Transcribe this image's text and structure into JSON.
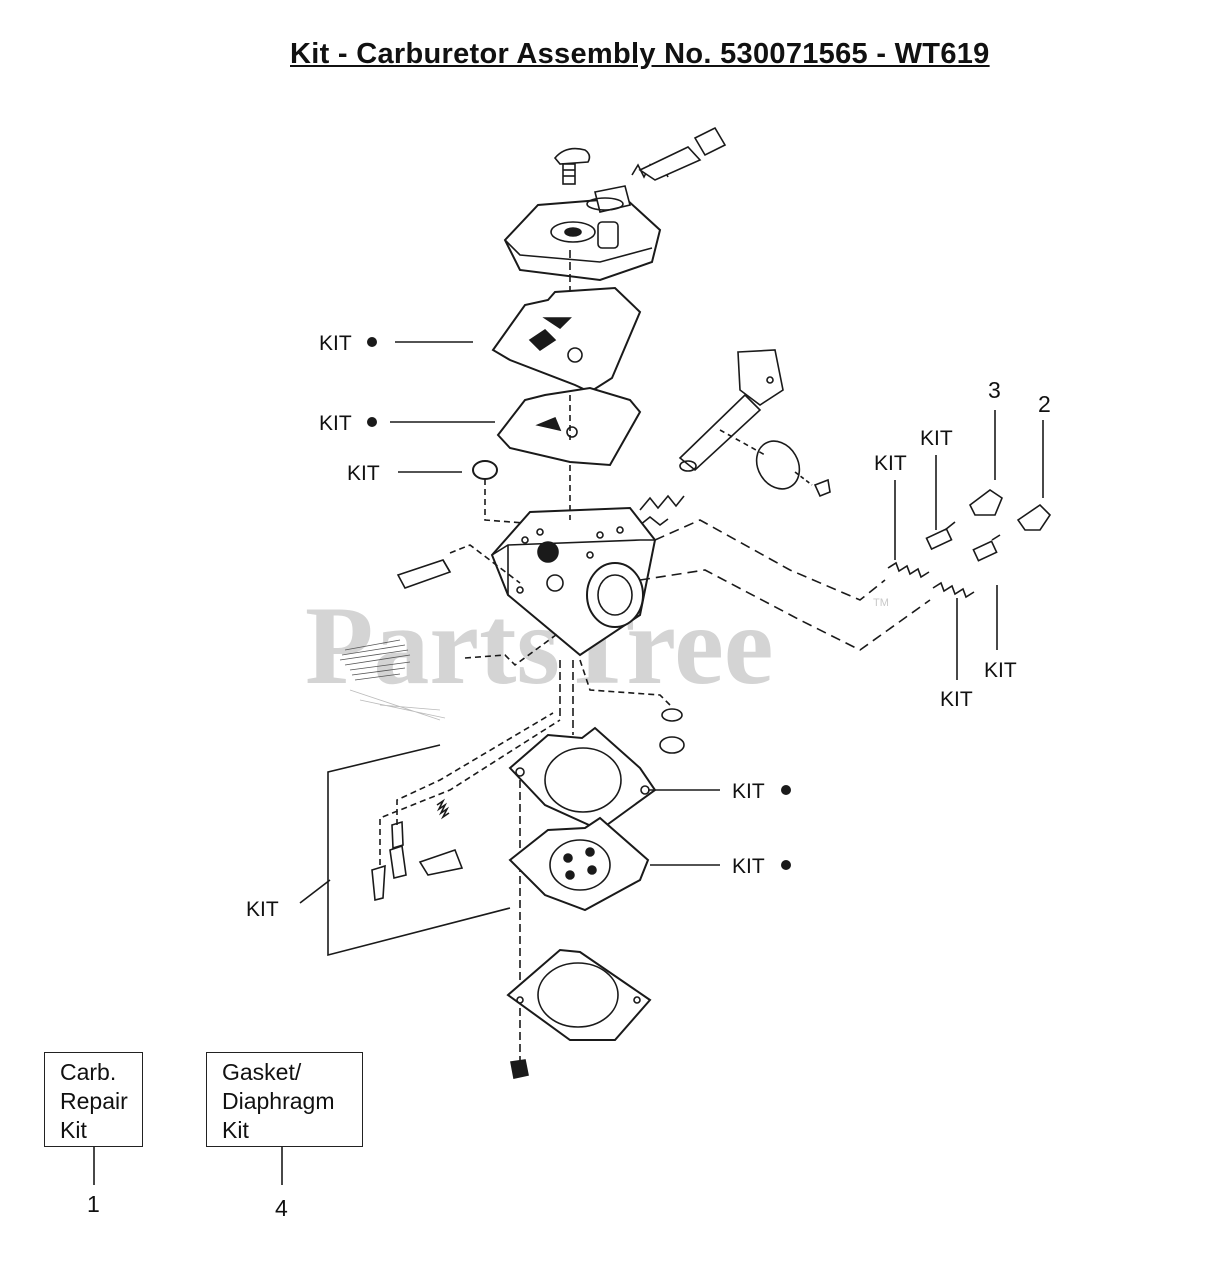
{
  "title": "Kit - Carburetor Assembly No. 530071565 - WT619",
  "watermark": "PartsTree",
  "watermark_tm": "TM",
  "callouts": {
    "kit_top_diaphragm": "KIT",
    "kit_top_gasket": "KIT",
    "kit_screen": "KIT",
    "kit_needle_a": "KIT",
    "kit_needle_b": "KIT",
    "kit_needle_c": "KIT",
    "kit_needle_d": "KIT",
    "kit_bottom_gasket": "KIT",
    "kit_bottom_diaphragm": "KIT",
    "kit_inlet_parts": "KIT",
    "ref_3": "3",
    "ref_2": "2",
    "ref_1": "1",
    "ref_4": "4"
  },
  "legend": {
    "carb_repair_kit": "Carb.\nRepair\nKit",
    "gasket_diaphragm_kit": "Gasket/\nDiaphragm\nKit"
  },
  "colors": {
    "line": "#1a1a1a",
    "watermark": "#d4d4d4"
  }
}
